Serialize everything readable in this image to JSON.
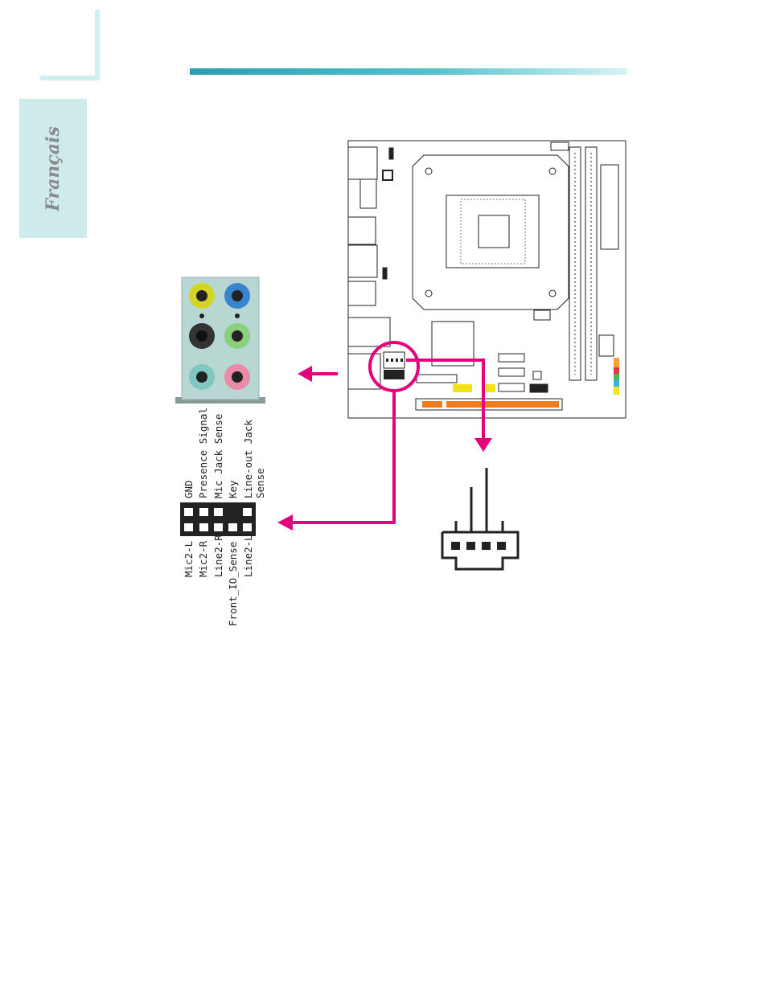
{
  "sidebar": {
    "language_tab": "Français"
  },
  "header_pins": [
    "GND",
    "Presence Signal",
    "Mic Jack Sense",
    "Key",
    "Line-out Jack\nSense"
  ],
  "header_pins_top": {
    "gnd": "GND",
    "presence": "Presence Signal",
    "mic_sense": "Mic Jack Sense",
    "key": "Key",
    "lineout_sense_1": "Line-out Jack",
    "lineout_sense_2": "Sense"
  },
  "header_pins_bottom": {
    "mic2_l": "Mic2-L",
    "mic2_r": "Mic2-R",
    "line2_r": "Line2-R",
    "front_io_sense": "Front_IO_Sense",
    "line2_l": "Line2-L"
  },
  "colors": {
    "accent_magenta": "#e5007e",
    "header_teal": "#2a9fae",
    "jack_lime": "#d4d427",
    "jack_blue": "#3a85cf",
    "jack_black": "#333333",
    "jack_green": "#8ccf7a",
    "jack_teal": "#7fc7c0",
    "jack_pink": "#e88aa8"
  }
}
